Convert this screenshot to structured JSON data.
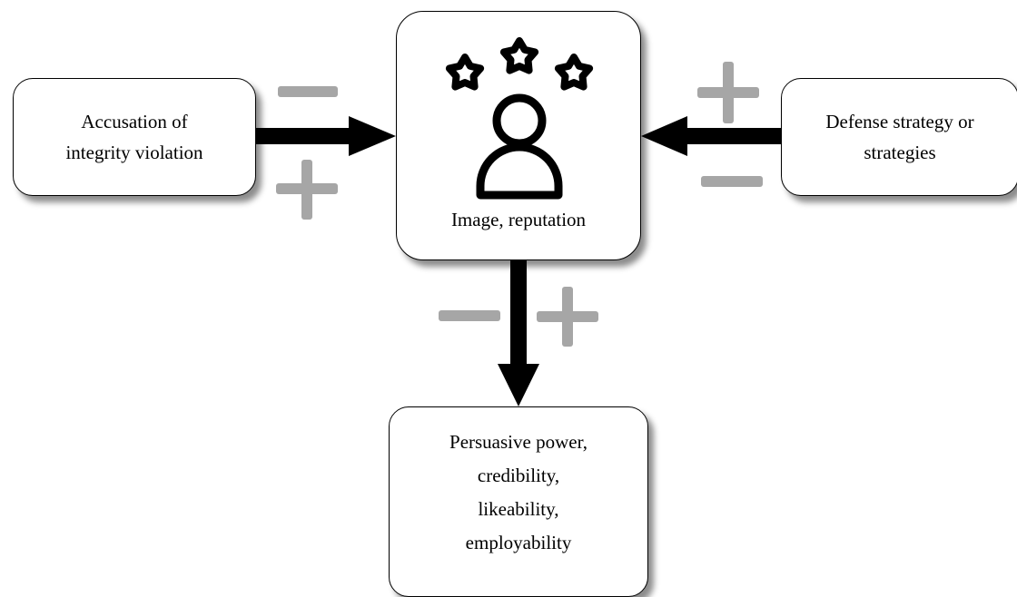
{
  "nodes": {
    "accusation": {
      "lines": [
        "Accusation of",
        "integrity violation"
      ]
    },
    "image": {
      "label": "Image, reputation",
      "icon": "person-with-three-stars-icon"
    },
    "defense": {
      "lines": [
        "Defense strategy or",
        "strategies"
      ]
    },
    "outcome": {
      "lines": [
        "Persuasive power,",
        "credibility,",
        "likeability,",
        "employability"
      ]
    }
  },
  "edges": [
    {
      "from": "accusation",
      "to": "image",
      "signs": [
        "minus",
        "plus"
      ]
    },
    {
      "from": "defense",
      "to": "image",
      "signs": [
        "plus",
        "minus"
      ]
    },
    {
      "from": "image",
      "to": "outcome",
      "signs": [
        "minus",
        "plus"
      ]
    }
  ],
  "colors": {
    "arrow": "#000000",
    "sign": "#a6a6a6",
    "box_border": "#000000"
  }
}
